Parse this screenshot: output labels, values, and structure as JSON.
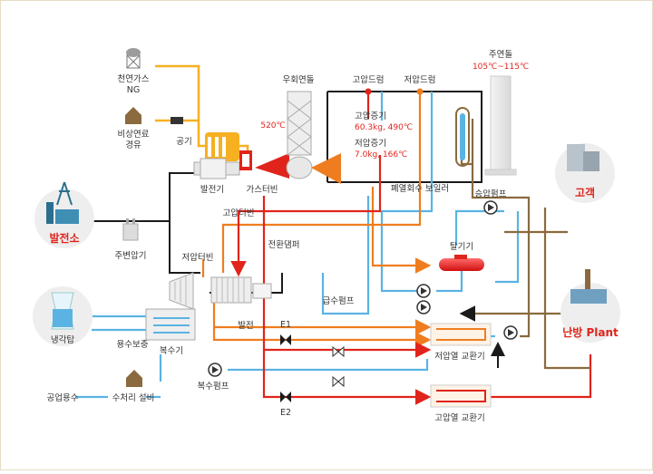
{
  "labels": {
    "lng": "천연가스",
    "lng_sub": "NG",
    "backup_fuel": "비상연료",
    "backup_fuel_sub": "경유",
    "air": "공기",
    "temp_520": "520℃",
    "bypass_stack": "우회연돌",
    "hp_drum": "고압드럼",
    "lp_drum": "저압드럼",
    "main_stack": "주연돌",
    "main_stack_temp": "105℃~115℃",
    "hp_steam": "고압증기",
    "hp_steam_spec": "60.3kg, 490℃",
    "lp_steam": "저압증기",
    "lp_steam_spec": "7.0kg, 166℃",
    "generator": "발전기",
    "gas_turbine": "가스터빈",
    "hrsg": "폐열회수 보일러",
    "booster_pump": "승압펌프",
    "customer": "고객",
    "power_station": "발전소",
    "main_transformer": "주변압기",
    "hp_turbine": "고압터빈",
    "lp_turbine": "저압터빈",
    "switch_damper": "전환댐퍼",
    "deaerator": "탈기기",
    "feed_pump": "급수펌프",
    "heating_plant": "난방 Plant",
    "cooling_tower": "냉각탑",
    "makeup_water": "용수보충",
    "generation": "발전",
    "e1": "E1",
    "e2": "E2",
    "condenser": "복수기",
    "lp_heat_exchanger": "저압열 교환기",
    "hp_heat_exchanger": "고압열 교환기",
    "industrial_water": "공업용수",
    "water_treatment": "수처리 설비",
    "condensate_pump": "복수펌프"
  },
  "colors": {
    "red": "#e0241b",
    "orange": "#ef7d1f",
    "yellow": "#f6b021",
    "blue": "#5ab3e3",
    "brown": "#8a6a3e",
    "black": "#1a1a1a",
    "gray": "#bdbdbd"
  }
}
